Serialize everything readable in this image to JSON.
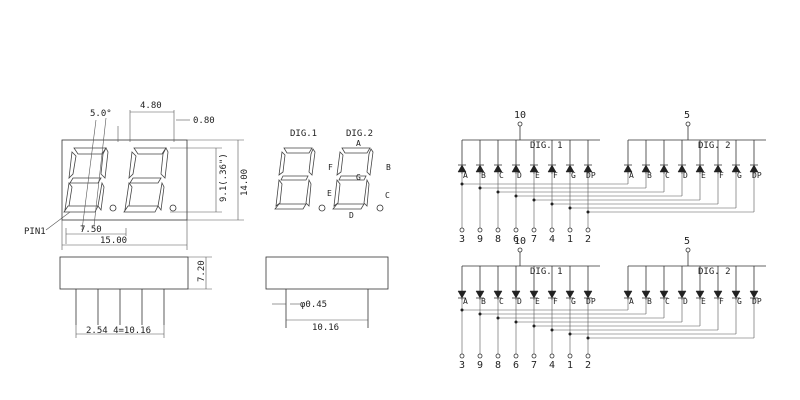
{
  "front": {
    "dims": {
      "angle": "5.0°",
      "seg_gap": "4.80",
      "seg_w": "0.80",
      "height": "14.00",
      "digit_h": "9.1(.36\")",
      "digit_pitch": "7.50",
      "width": "15.00",
      "pin1": "PIN1"
    }
  },
  "side": {
    "height": "7.20",
    "pin_pitch": "2.54  4=10.16"
  },
  "small": {
    "dig1": "DIG.1",
    "dig2": "DIG.2",
    "segs": {
      "A": "A",
      "B": "B",
      "C": "C",
      "D": "D",
      "E": "E",
      "F": "F",
      "G": "G"
    },
    "pin_dia": "φ0.45",
    "width": "10.16"
  },
  "schematic": {
    "pin10": "10",
    "pin5": "5",
    "dig1": "DIG. 1",
    "dig2": "DIG. 2",
    "segments": [
      "A",
      "B",
      "C",
      "D",
      "E",
      "F",
      "G",
      "DP"
    ],
    "pins": [
      "3",
      "9",
      "8",
      "6",
      "7",
      "4",
      "1",
      "2"
    ]
  }
}
